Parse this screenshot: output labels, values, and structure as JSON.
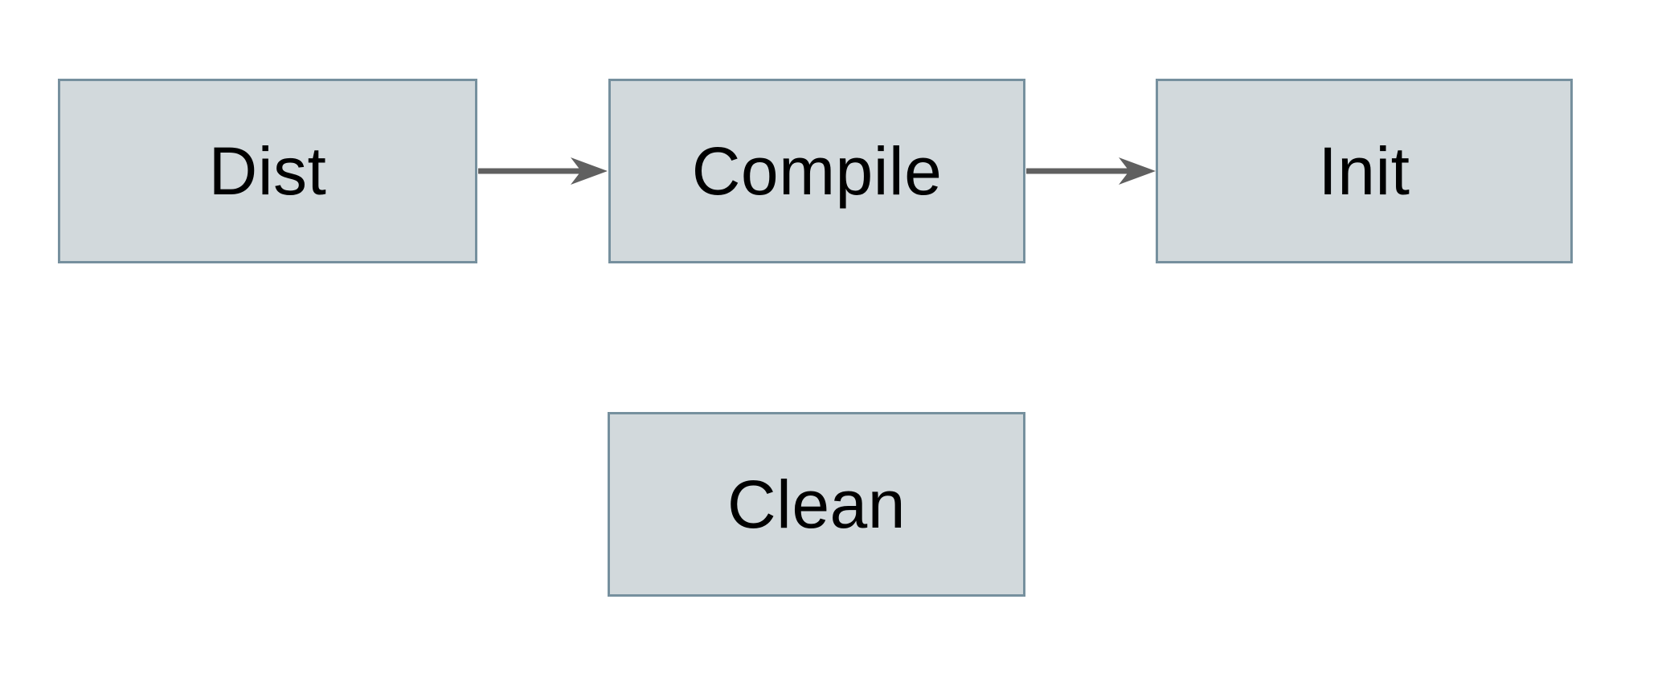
{
  "diagram": {
    "colors": {
      "background": "#ffffff",
      "node_fill": "#d2d9dc",
      "node_border": "#76909e",
      "arrow": "#606060",
      "text": "#000000"
    },
    "nodes": [
      {
        "id": "dist",
        "label": "Dist"
      },
      {
        "id": "compile",
        "label": "Compile"
      },
      {
        "id": "init",
        "label": "Init"
      },
      {
        "id": "clean",
        "label": "Clean"
      }
    ],
    "edges": [
      {
        "from": "dist",
        "to": "compile",
        "style": "arrow-right"
      },
      {
        "from": "compile",
        "to": "init",
        "style": "arrow-right"
      }
    ]
  }
}
